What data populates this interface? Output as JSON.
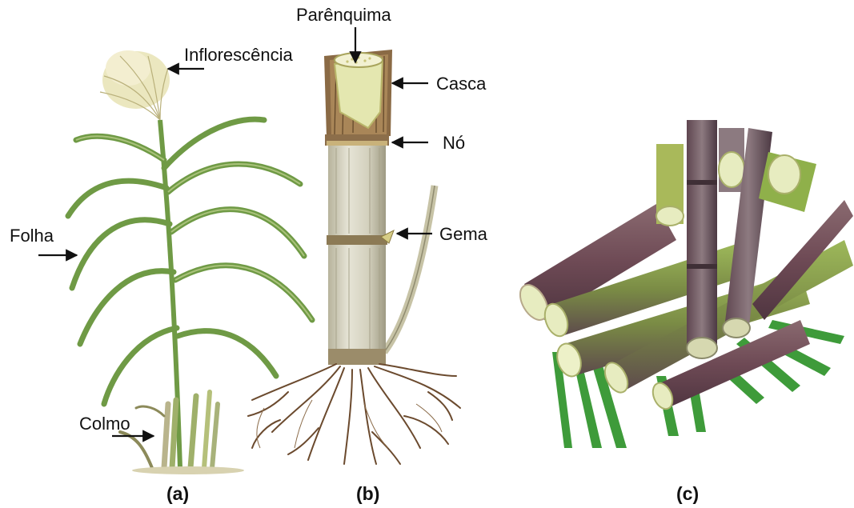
{
  "labels": {
    "inflorescencia": "Inflorescência",
    "folha": "Folha",
    "colmo": "Colmo",
    "parenquima": "Parênquima",
    "casca": "Casca",
    "no": "Nó",
    "gema": "Gema"
  },
  "captions": {
    "a": "(a)",
    "b": "(b)",
    "c": "(c)"
  },
  "colors": {
    "leaf": "#6f9a45",
    "leaf_light": "#a9c27a",
    "stalk_light": "#d8d6c6",
    "stalk_shade": "#a9a691",
    "bark": "#8a6a45",
    "root": "#6b4a2e",
    "cane_purple": "#6e4a55",
    "cane_green": "#8fb04a",
    "cane_cut": "#e7ecc0",
    "pasture": "#3e9b3a"
  }
}
